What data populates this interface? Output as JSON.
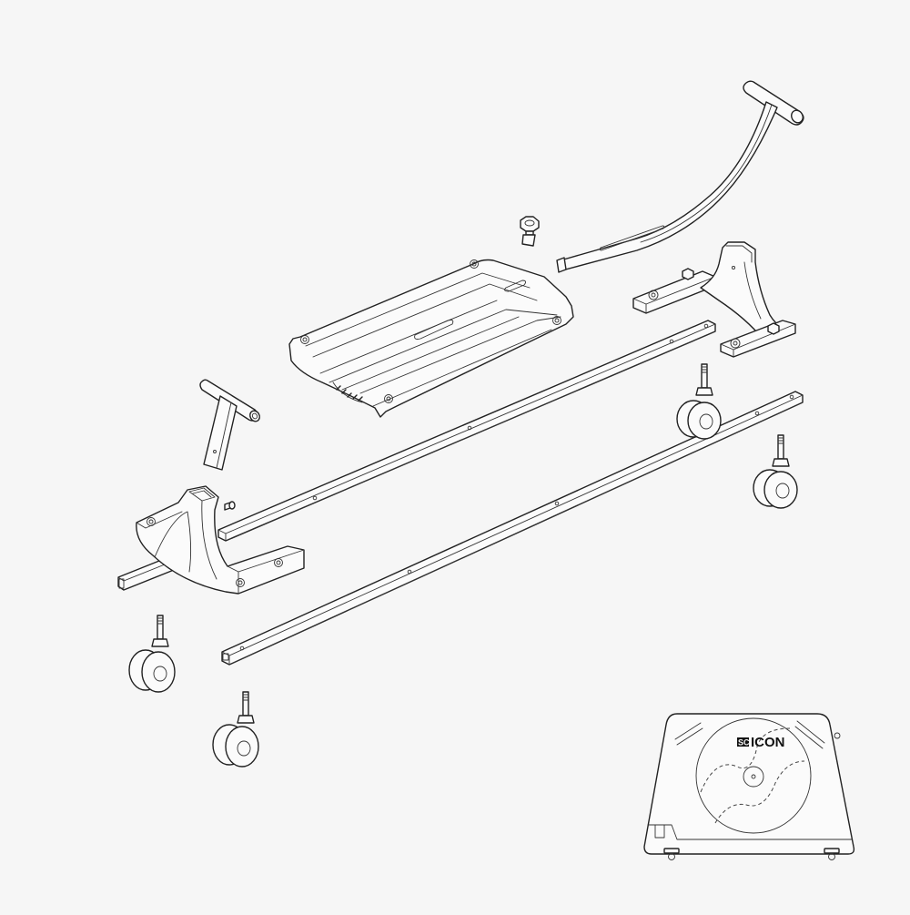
{
  "diagram": {
    "type": "exploded-assembly-view",
    "background_color": "#f6f6f6",
    "line_color": "#222222",
    "parts": [
      {
        "id": "handle-bar",
        "label": "Curved T-handle bar with slot"
      },
      {
        "id": "clamp-knob",
        "label": "Clamp knob with tab"
      },
      {
        "id": "wheel-tray",
        "label": "Wheel tray / bike support plate"
      },
      {
        "id": "rear-stand",
        "label": "Rear stand bracket with bolts"
      },
      {
        "id": "front-stand",
        "label": "Front stand bracket"
      },
      {
        "id": "front-t-post",
        "label": "Front T-post"
      },
      {
        "id": "small-bolt",
        "label": "Small bolt"
      },
      {
        "id": "long-rail-upper",
        "label": "Long rail (upper)"
      },
      {
        "id": "long-rail-lower",
        "label": "Long rail (lower)"
      },
      {
        "id": "caster-wheel-1",
        "label": "Caster wheel"
      },
      {
        "id": "caster-wheel-2",
        "label": "Caster wheel"
      },
      {
        "id": "caster-wheel-3",
        "label": "Caster wheel"
      },
      {
        "id": "caster-wheel-4",
        "label": "Caster wheel"
      }
    ],
    "inset": {
      "label": "Assembled bag preview",
      "logo_box": "SC",
      "logo_text": "ICON"
    }
  }
}
